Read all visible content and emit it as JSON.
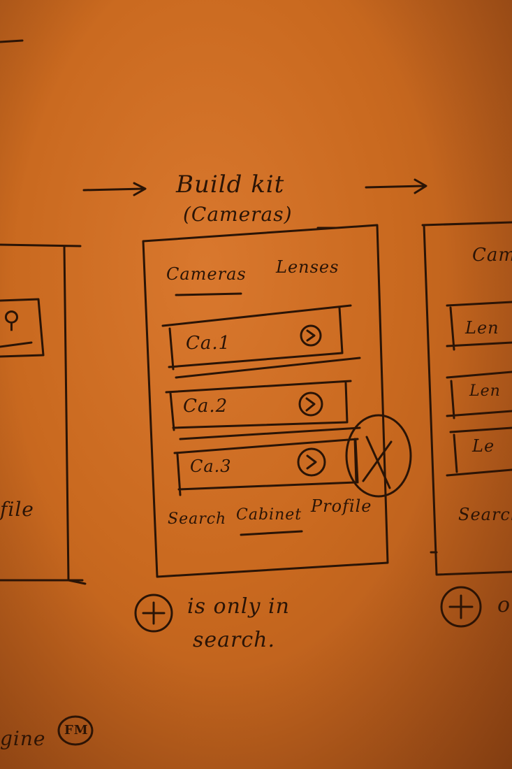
{
  "middle_screen": {
    "heading": "Build kit",
    "subheading": "(Cameras)",
    "tabs": [
      "Cameras",
      "Lenses"
    ],
    "items": [
      "Ca.1",
      "Ca.2",
      "Ca.3"
    ],
    "nav": [
      "Search",
      "Cabinet",
      "Profile"
    ]
  },
  "middle_note": {
    "line1": "is only in",
    "line2": "search."
  },
  "left_screen": {
    "nav_fragment": "file"
  },
  "right_screen": {
    "tab_fragment": "Cam",
    "items": [
      "Len",
      "Len",
      "Le"
    ],
    "nav_fragment": "Search",
    "note_fragment": "o"
  },
  "bottom_left_fragment": "gine",
  "badge": "FM"
}
